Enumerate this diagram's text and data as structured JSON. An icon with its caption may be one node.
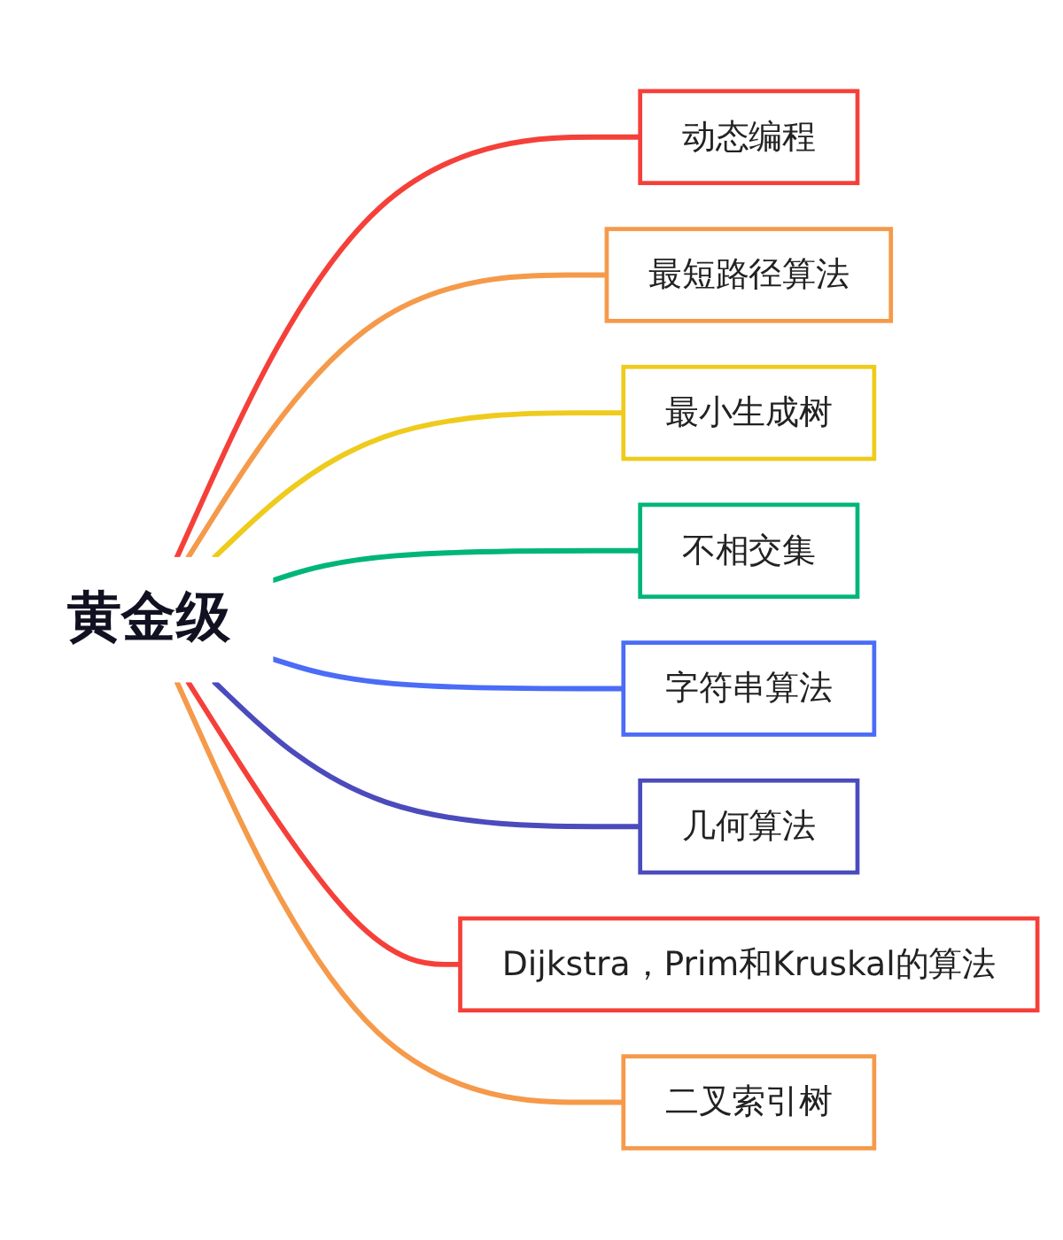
{
  "diagram": {
    "nodes": [
      {
        "text": [
          "黄金级"
        ]
      },
      {
        "text": [
          "动态编程"
        ]
      },
      {
        "text": [
          "最短路径算法"
        ]
      },
      {
        "text": [
          "最小生成树"
        ]
      },
      {
        "text": [
          "不相交集"
        ]
      },
      {
        "text": [
          "字符串算法"
        ]
      },
      {
        "text": [
          "几何算法"
        ]
      },
      {
        "text": [
          "Dijkstra，Prim和Kruskal的算法"
        ]
      },
      {
        "text": [
          "二叉索引树"
        ]
      }
    ],
    "edges": [
      {
        "from": 0,
        "to": 1,
        "arrow": "none",
        "color": "#f5403a"
      },
      {
        "from": 0,
        "to": 2,
        "arrow": "none",
        "color": "#f59a4a"
      },
      {
        "from": 0,
        "to": 3,
        "arrow": "none",
        "color": "#eecb1c"
      },
      {
        "from": 0,
        "to": 4,
        "arrow": "none",
        "color": "#00b57a"
      },
      {
        "from": 0,
        "to": 5,
        "arrow": "none",
        "color": "#4a6cf7"
      },
      {
        "from": 0,
        "to": 6,
        "arrow": "none",
        "color": "#4b4bbd"
      },
      {
        "from": 0,
        "to": 7,
        "arrow": "none",
        "color": "#f5403a"
      },
      {
        "from": 0,
        "to": 8,
        "arrow": "none",
        "color": "#f59a4a"
      }
    ]
  }
}
